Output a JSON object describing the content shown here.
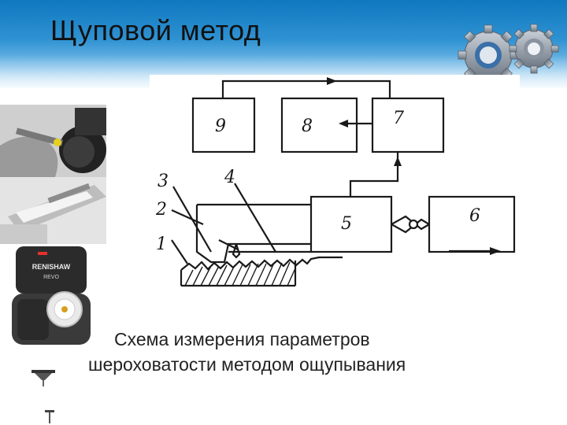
{
  "slide": {
    "title": "Щуповой метод",
    "caption_line_1": "Схема измерения параметров",
    "caption_line_2": "шероховатости методом ощупывания"
  },
  "diagram": {
    "block_labels": [
      "9",
      "8",
      "7",
      "5",
      "6"
    ],
    "part_labels": [
      "3",
      "4",
      "2",
      "1"
    ]
  },
  "photos": {
    "probe_brand": "RENISHAW",
    "probe_model": "REVO"
  },
  "colors": {
    "header_blue": "#0f78c0",
    "gear_grey": "#8a93a0",
    "line": "#1a1a1a"
  },
  "icons": [
    "gears-icon",
    "probe-photo",
    "stylus-photo",
    "renishaw-revo-photo",
    "stylus-tip-photo"
  ]
}
